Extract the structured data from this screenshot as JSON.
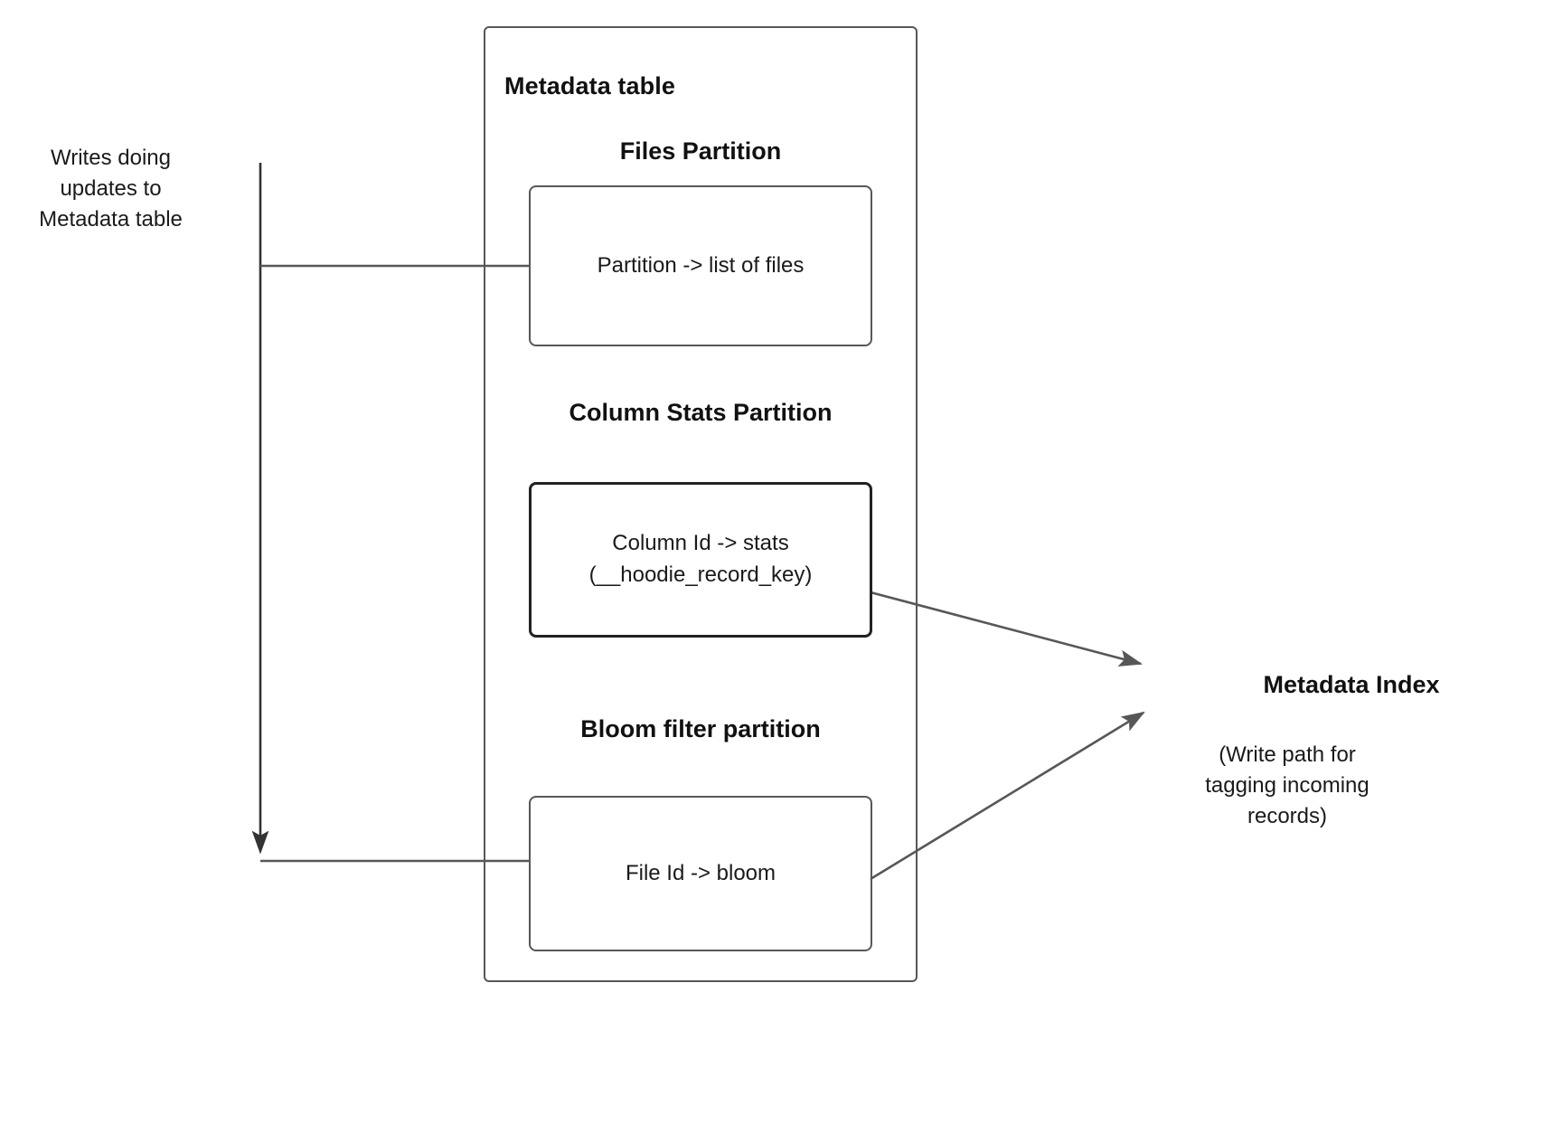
{
  "diagram": {
    "type": "block-diagram",
    "left_note": {
      "id": "writes-note",
      "text": "Writes doing\nupdates to\nMetadata table"
    },
    "container": {
      "id": "metadata-table",
      "title": "Metadata table"
    },
    "sections": [
      {
        "id": "files-partition",
        "title": "Files Partition",
        "box_text": "Partition -> list of files"
      },
      {
        "id": "column-stats-partition",
        "title": "Column Stats\nPartition",
        "box_text": "Column Id  -> stats\n(__hoodie_record_key)"
      },
      {
        "id": "bloom-filter-partition",
        "title": "Bloom filter\npartition",
        "box_text": "File Id -> bloom"
      }
    ],
    "right_node": {
      "id": "metadata-index",
      "title": "Metadata Index",
      "caption": "(Write path for\ntagging incoming\nrecords)"
    },
    "connectors": [
      {
        "id": "writes-to-files-partition",
        "from": "writes-note",
        "to": "files-partition",
        "style": "orthogonal"
      },
      {
        "id": "writes-to-bloom-partition",
        "from": "writes-note",
        "to": "bloom-filter-partition",
        "style": "orthogonal-arrow"
      },
      {
        "id": "column-stats-to-metadata-index",
        "from": "column-stats-partition",
        "to": "metadata-index",
        "style": "straight-arrow"
      },
      {
        "id": "bloom-to-metadata-index",
        "from": "bloom-filter-partition",
        "to": "metadata-index",
        "style": "straight-arrow"
      }
    ],
    "colors": {
      "stroke": "#575757",
      "stroke_dark": "#222222",
      "text": "#1a1a1a",
      "background": "#ffffff"
    }
  }
}
